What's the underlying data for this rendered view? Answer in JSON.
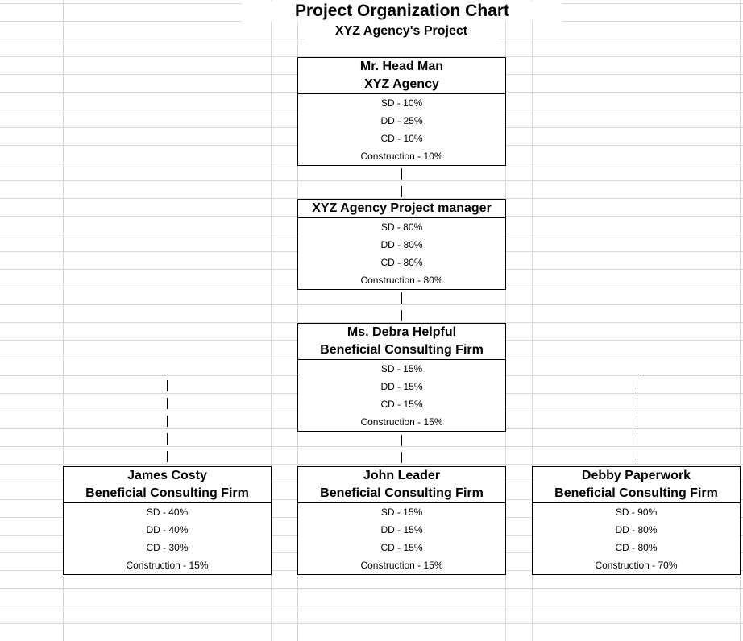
{
  "title": "Project Organization Chart",
  "subtitle": "XYZ Agency's Project",
  "nodes": {
    "head": {
      "lines": [
        "Mr. Head Man",
        "XYZ Agency"
      ],
      "rows": [
        "SD - 10%",
        "DD - 25%",
        "CD - 10%",
        "Construction - 10%"
      ]
    },
    "pm": {
      "lines": [
        "XYZ Agency Project manager"
      ],
      "rows": [
        "SD - 80%",
        "DD - 80%",
        "CD - 80%",
        "Construction - 80%"
      ]
    },
    "debra": {
      "lines": [
        "Ms. Debra Helpful",
        "Beneficial Consulting Firm"
      ],
      "rows": [
        "SD - 15%",
        "DD - 15%",
        "CD - 15%",
        "Construction - 15%"
      ]
    },
    "james": {
      "lines": [
        "James Costy",
        "Beneficial Consulting Firm"
      ],
      "rows": [
        "SD - 40%",
        "DD - 40%",
        "CD - 30%",
        "Construction - 15%"
      ]
    },
    "john": {
      "lines": [
        "John Leader",
        "Beneficial Consulting Firm"
      ],
      "rows": [
        "SD - 15%",
        "DD - 15%",
        "CD - 15%",
        "Construction - 15%"
      ]
    },
    "debby": {
      "lines": [
        "Debby Paperwork",
        "Beneficial Consulting Firm"
      ],
      "rows": [
        "SD - 90%",
        "DD - 80%",
        "CD - 80%",
        "Construction - 70%"
      ]
    }
  }
}
